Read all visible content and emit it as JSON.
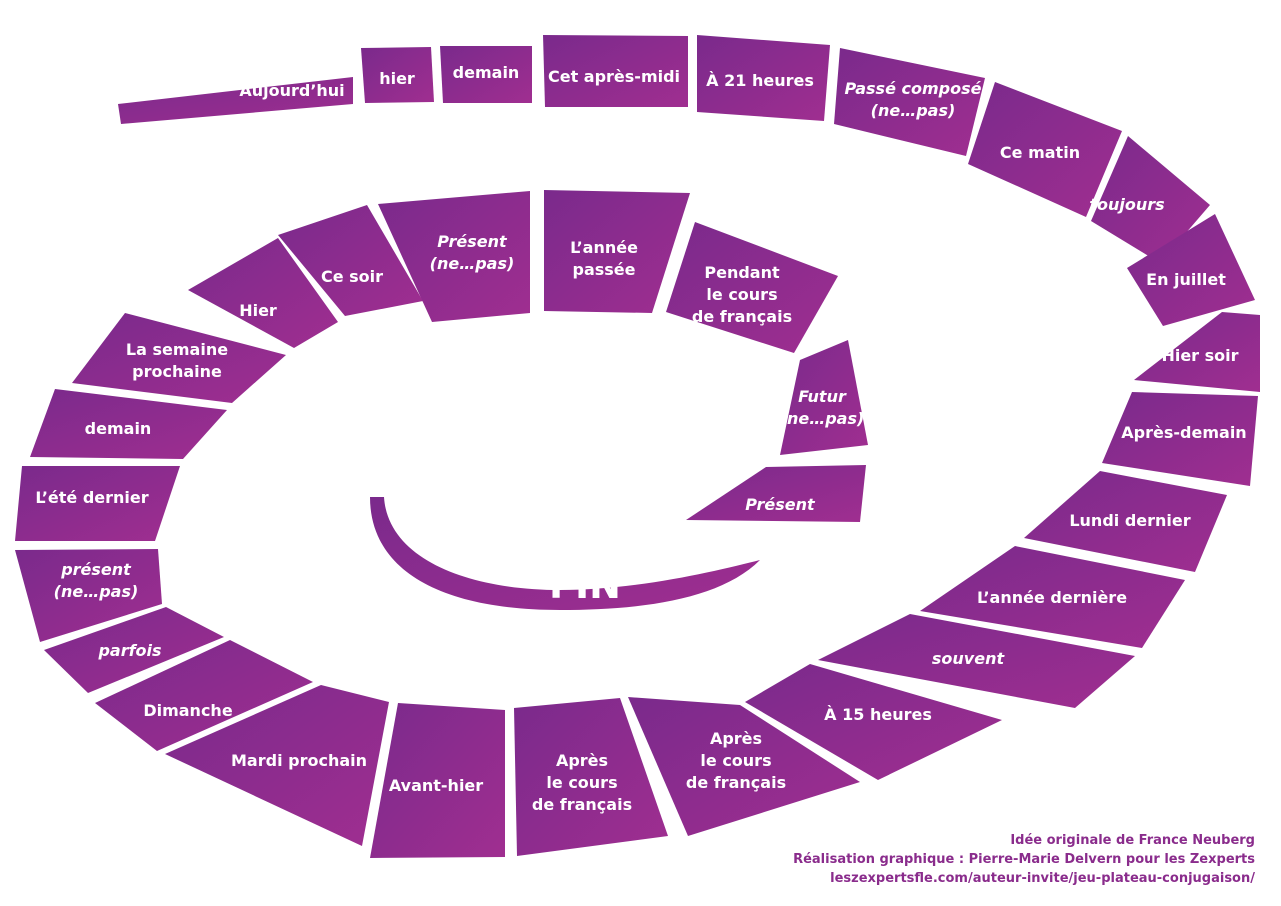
{
  "colors": {
    "segment_dark": "#7a2a8c",
    "segment_light": "#a02e90",
    "text": "#ffffff",
    "credits": "#8a2c8c"
  },
  "tiles": [
    {
      "id": "aujourdhui",
      "lines": [
        "Aujourd’hui"
      ],
      "italic": false
    },
    {
      "id": "hier-1",
      "lines": [
        "hier"
      ],
      "italic": false
    },
    {
      "id": "demain-1",
      "lines": [
        "demain"
      ],
      "italic": false
    },
    {
      "id": "cet-apres-midi",
      "lines": [
        "Cet après-midi"
      ],
      "italic": false
    },
    {
      "id": "a-21-heures",
      "lines": [
        "À 21 heures"
      ],
      "italic": false
    },
    {
      "id": "passe-compose",
      "lines": [
        "Passé composé",
        "(ne…pas)"
      ],
      "italic": true
    },
    {
      "id": "ce-matin",
      "lines": [
        "Ce matin"
      ],
      "italic": false
    },
    {
      "id": "toujours",
      "lines": [
        "toujours"
      ],
      "italic": true
    },
    {
      "id": "en-juillet",
      "lines": [
        "En juillet"
      ],
      "italic": false
    },
    {
      "id": "hier-soir",
      "lines": [
        "Hier soir"
      ],
      "italic": false
    },
    {
      "id": "apres-demain",
      "lines": [
        "Après-demain"
      ],
      "italic": false
    },
    {
      "id": "lundi-dernier",
      "lines": [
        "Lundi dernier"
      ],
      "italic": false
    },
    {
      "id": "annee-derniere",
      "lines": [
        "L’année dernière"
      ],
      "italic": false
    },
    {
      "id": "souvent",
      "lines": [
        "souvent"
      ],
      "italic": true
    },
    {
      "id": "a-15-heures",
      "lines": [
        "À 15 heures"
      ],
      "italic": false
    },
    {
      "id": "apres-cours-1",
      "lines": [
        "Après",
        "le cours",
        "de français"
      ],
      "italic": false
    },
    {
      "id": "apres-cours-2",
      "lines": [
        "Après",
        "le cours",
        "de français"
      ],
      "italic": false
    },
    {
      "id": "avant-hier",
      "lines": [
        "Avant-hier"
      ],
      "italic": false
    },
    {
      "id": "mardi-prochain",
      "lines": [
        "Mardi prochain"
      ],
      "italic": false
    },
    {
      "id": "dimanche",
      "lines": [
        "Dimanche"
      ],
      "italic": false
    },
    {
      "id": "parfois",
      "lines": [
        "parfois"
      ],
      "italic": true
    },
    {
      "id": "present-ne-pas-1",
      "lines": [
        "présent",
        "(ne…pas)"
      ],
      "italic": true
    },
    {
      "id": "ete-dernier",
      "lines": [
        "L’été dernier"
      ],
      "italic": false
    },
    {
      "id": "demain-2",
      "lines": [
        "demain"
      ],
      "italic": false
    },
    {
      "id": "semaine-prochaine",
      "lines": [
        "La semaine",
        "prochaine"
      ],
      "italic": false
    },
    {
      "id": "hier-2",
      "lines": [
        "Hier"
      ],
      "italic": false
    },
    {
      "id": "ce-soir",
      "lines": [
        "Ce soir"
      ],
      "italic": false
    },
    {
      "id": "present-ne-pas-2",
      "lines": [
        "Présent",
        "(ne…pas)"
      ],
      "italic": true
    },
    {
      "id": "annee-passee",
      "lines": [
        "L’année",
        "passée"
      ],
      "italic": false
    },
    {
      "id": "pendant-cours",
      "lines": [
        "Pendant",
        "le cours",
        "de français"
      ],
      "italic": false
    },
    {
      "id": "futur-ne-pas",
      "lines": [
        "Futur",
        "(ne…pas)"
      ],
      "italic": true
    },
    {
      "id": "present-final",
      "lines": [
        "Présent"
      ],
      "italic": true
    }
  ],
  "fin_label": "FIN",
  "credits": {
    "line1": "Idée originale de France Neuberg",
    "line2": "Réalisation graphique : Pierre-Marie Delvern pour les Zexperts",
    "line3": "leszexpertsfle.com/auteur-invite/jeu-plateau-conjugaison/"
  }
}
